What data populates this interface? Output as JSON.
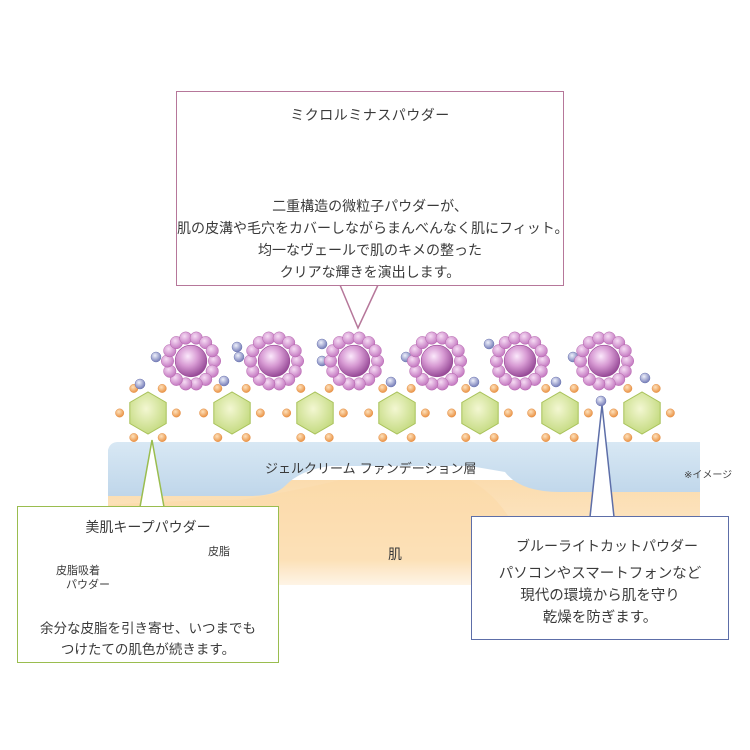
{
  "top_box": {
    "title": "ミクロルミナスパウダー",
    "lines": [
      "二重構造の微粒子パウダーが、",
      "肌の皮溝や毛穴をカバーしながらまんべんなく肌にフィット。",
      "均一なヴェールで肌のキメの整った",
      "クリアな輝きを演出します。"
    ]
  },
  "layers": {
    "gel": "ジェルクリーム ファンデーション層",
    "skin": "肌",
    "image_note": "※イメージ"
  },
  "left_box": {
    "title": "美肌キープパウダー",
    "label_sebum": "皮脂",
    "label_absorb": [
      "皮脂吸着",
      "パウダー"
    ],
    "lines": [
      "余分な皮脂を引き寄せ、いつまでも",
      "つけたての肌色が続きます。"
    ]
  },
  "right_box": {
    "title": "ブルーライトカットパウダー",
    "lines": [
      "パソコンやスマートフォンなど",
      "現代の環境から肌を守り",
      "乾燥を防ぎます。"
    ]
  },
  "colors": {
    "gel_layer": "#cfe2f1",
    "skin_layer": "#fbe2bf",
    "purple_powder": "#c77cc0",
    "green_powder": "#dcea9a",
    "orange_dot": "#f2a865",
    "blue_dot": "#8b93c6",
    "top_border": "#b6779a",
    "left_border": "#9abd4f",
    "right_border": "#5d6ea8"
  }
}
